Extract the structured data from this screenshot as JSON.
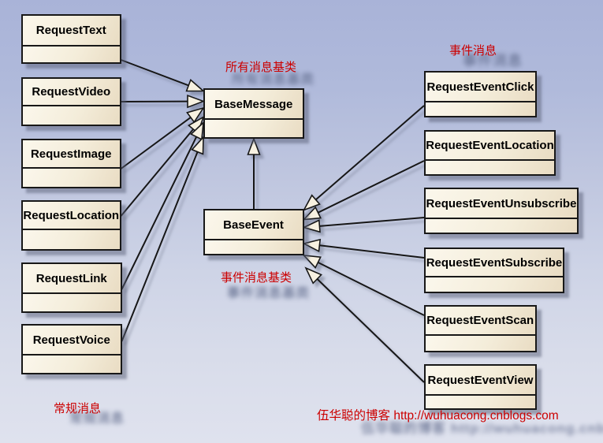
{
  "diagram": {
    "type": "uml-class-diagram",
    "classes": [
      {
        "name": "RequestText"
      },
      {
        "name": "RequestVideo"
      },
      {
        "name": "RequestImage"
      },
      {
        "name": "RequestLocation"
      },
      {
        "name": "RequestLink"
      },
      {
        "name": "RequestVoice"
      },
      {
        "name": "BaseMessage"
      },
      {
        "name": "BaseEvent"
      },
      {
        "name": "RequestEventClick"
      },
      {
        "name": "RequestEventLocation"
      },
      {
        "name": "RequestEventUnsubscribe"
      },
      {
        "name": "RequestEventSubscribe"
      },
      {
        "name": "RequestEventScan"
      },
      {
        "name": "RequestEventView"
      }
    ],
    "relationships": [
      {
        "child": "RequestText",
        "parent": "BaseMessage",
        "type": "generalization"
      },
      {
        "child": "RequestVideo",
        "parent": "BaseMessage",
        "type": "generalization"
      },
      {
        "child": "RequestImage",
        "parent": "BaseMessage",
        "type": "generalization"
      },
      {
        "child": "RequestLocation",
        "parent": "BaseMessage",
        "type": "generalization"
      },
      {
        "child": "RequestLink",
        "parent": "BaseMessage",
        "type": "generalization"
      },
      {
        "child": "RequestVoice",
        "parent": "BaseMessage",
        "type": "generalization"
      },
      {
        "child": "BaseEvent",
        "parent": "BaseMessage",
        "type": "generalization"
      },
      {
        "child": "RequestEventClick",
        "parent": "BaseEvent",
        "type": "generalization"
      },
      {
        "child": "RequestEventLocation",
        "parent": "BaseEvent",
        "type": "generalization"
      },
      {
        "child": "RequestEventUnsubscribe",
        "parent": "BaseEvent",
        "type": "generalization"
      },
      {
        "child": "RequestEventSubscribe",
        "parent": "BaseEvent",
        "type": "generalization"
      },
      {
        "child": "RequestEventScan",
        "parent": "BaseEvent",
        "type": "generalization"
      },
      {
        "child": "RequestEventView",
        "parent": "BaseEvent",
        "type": "generalization"
      }
    ],
    "labels": [
      {
        "text": "所有消息基类"
      },
      {
        "text": "事件消息"
      },
      {
        "text": "事件消息基类"
      },
      {
        "text": "常规消息"
      }
    ],
    "footer": {
      "blog_name": "伍华聪的博客",
      "url": "http://wuhuacong.cnblogs.com"
    },
    "colors": {
      "annotation_red": "#cc0000",
      "box_fill_light": "#fbf7ec",
      "box_fill_dark": "#e9dcc3",
      "box_border": "#181818",
      "background_top": "#a9b3d8",
      "background_bottom": "#dfe2ee"
    }
  }
}
